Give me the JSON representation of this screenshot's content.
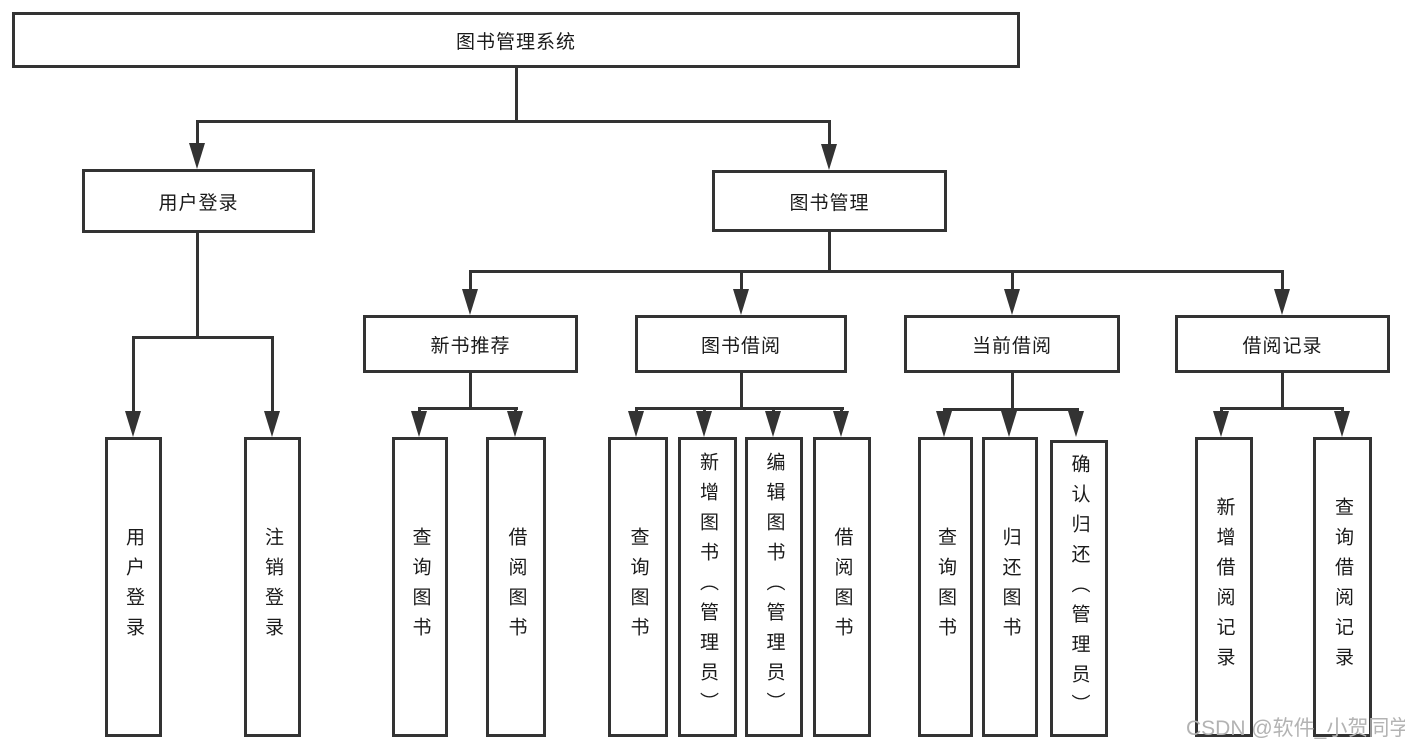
{
  "diagram": {
    "title": "图书管理系统",
    "root": {
      "label": "图书管理系统"
    },
    "level2": [
      {
        "label": "用户登录"
      },
      {
        "label": "图书管理"
      }
    ],
    "level3": [
      {
        "label": "新书推荐"
      },
      {
        "label": "图书借阅"
      },
      {
        "label": "当前借阅"
      },
      {
        "label": "借阅记录"
      }
    ],
    "leaves": {
      "user_login": [
        "用户登录",
        "注销登录"
      ],
      "new_books": [
        "查询图书",
        "借阅图书"
      ],
      "book_borrow": [
        "查询图书",
        "新增图书（管理员）",
        "编辑图书（管理员）",
        "借阅图书"
      ],
      "current_borrow": [
        "查询图书",
        "归还图书",
        "确认归还（管理员）"
      ],
      "borrow_records": [
        "新增借阅记录",
        "查询借阅记录"
      ]
    },
    "watermark": "CSDN @软件_小贺同学",
    "colors": {
      "line": "#333333",
      "text": "#1a1a1a",
      "background": "#ffffff",
      "watermark": "#b3b3b3"
    }
  }
}
